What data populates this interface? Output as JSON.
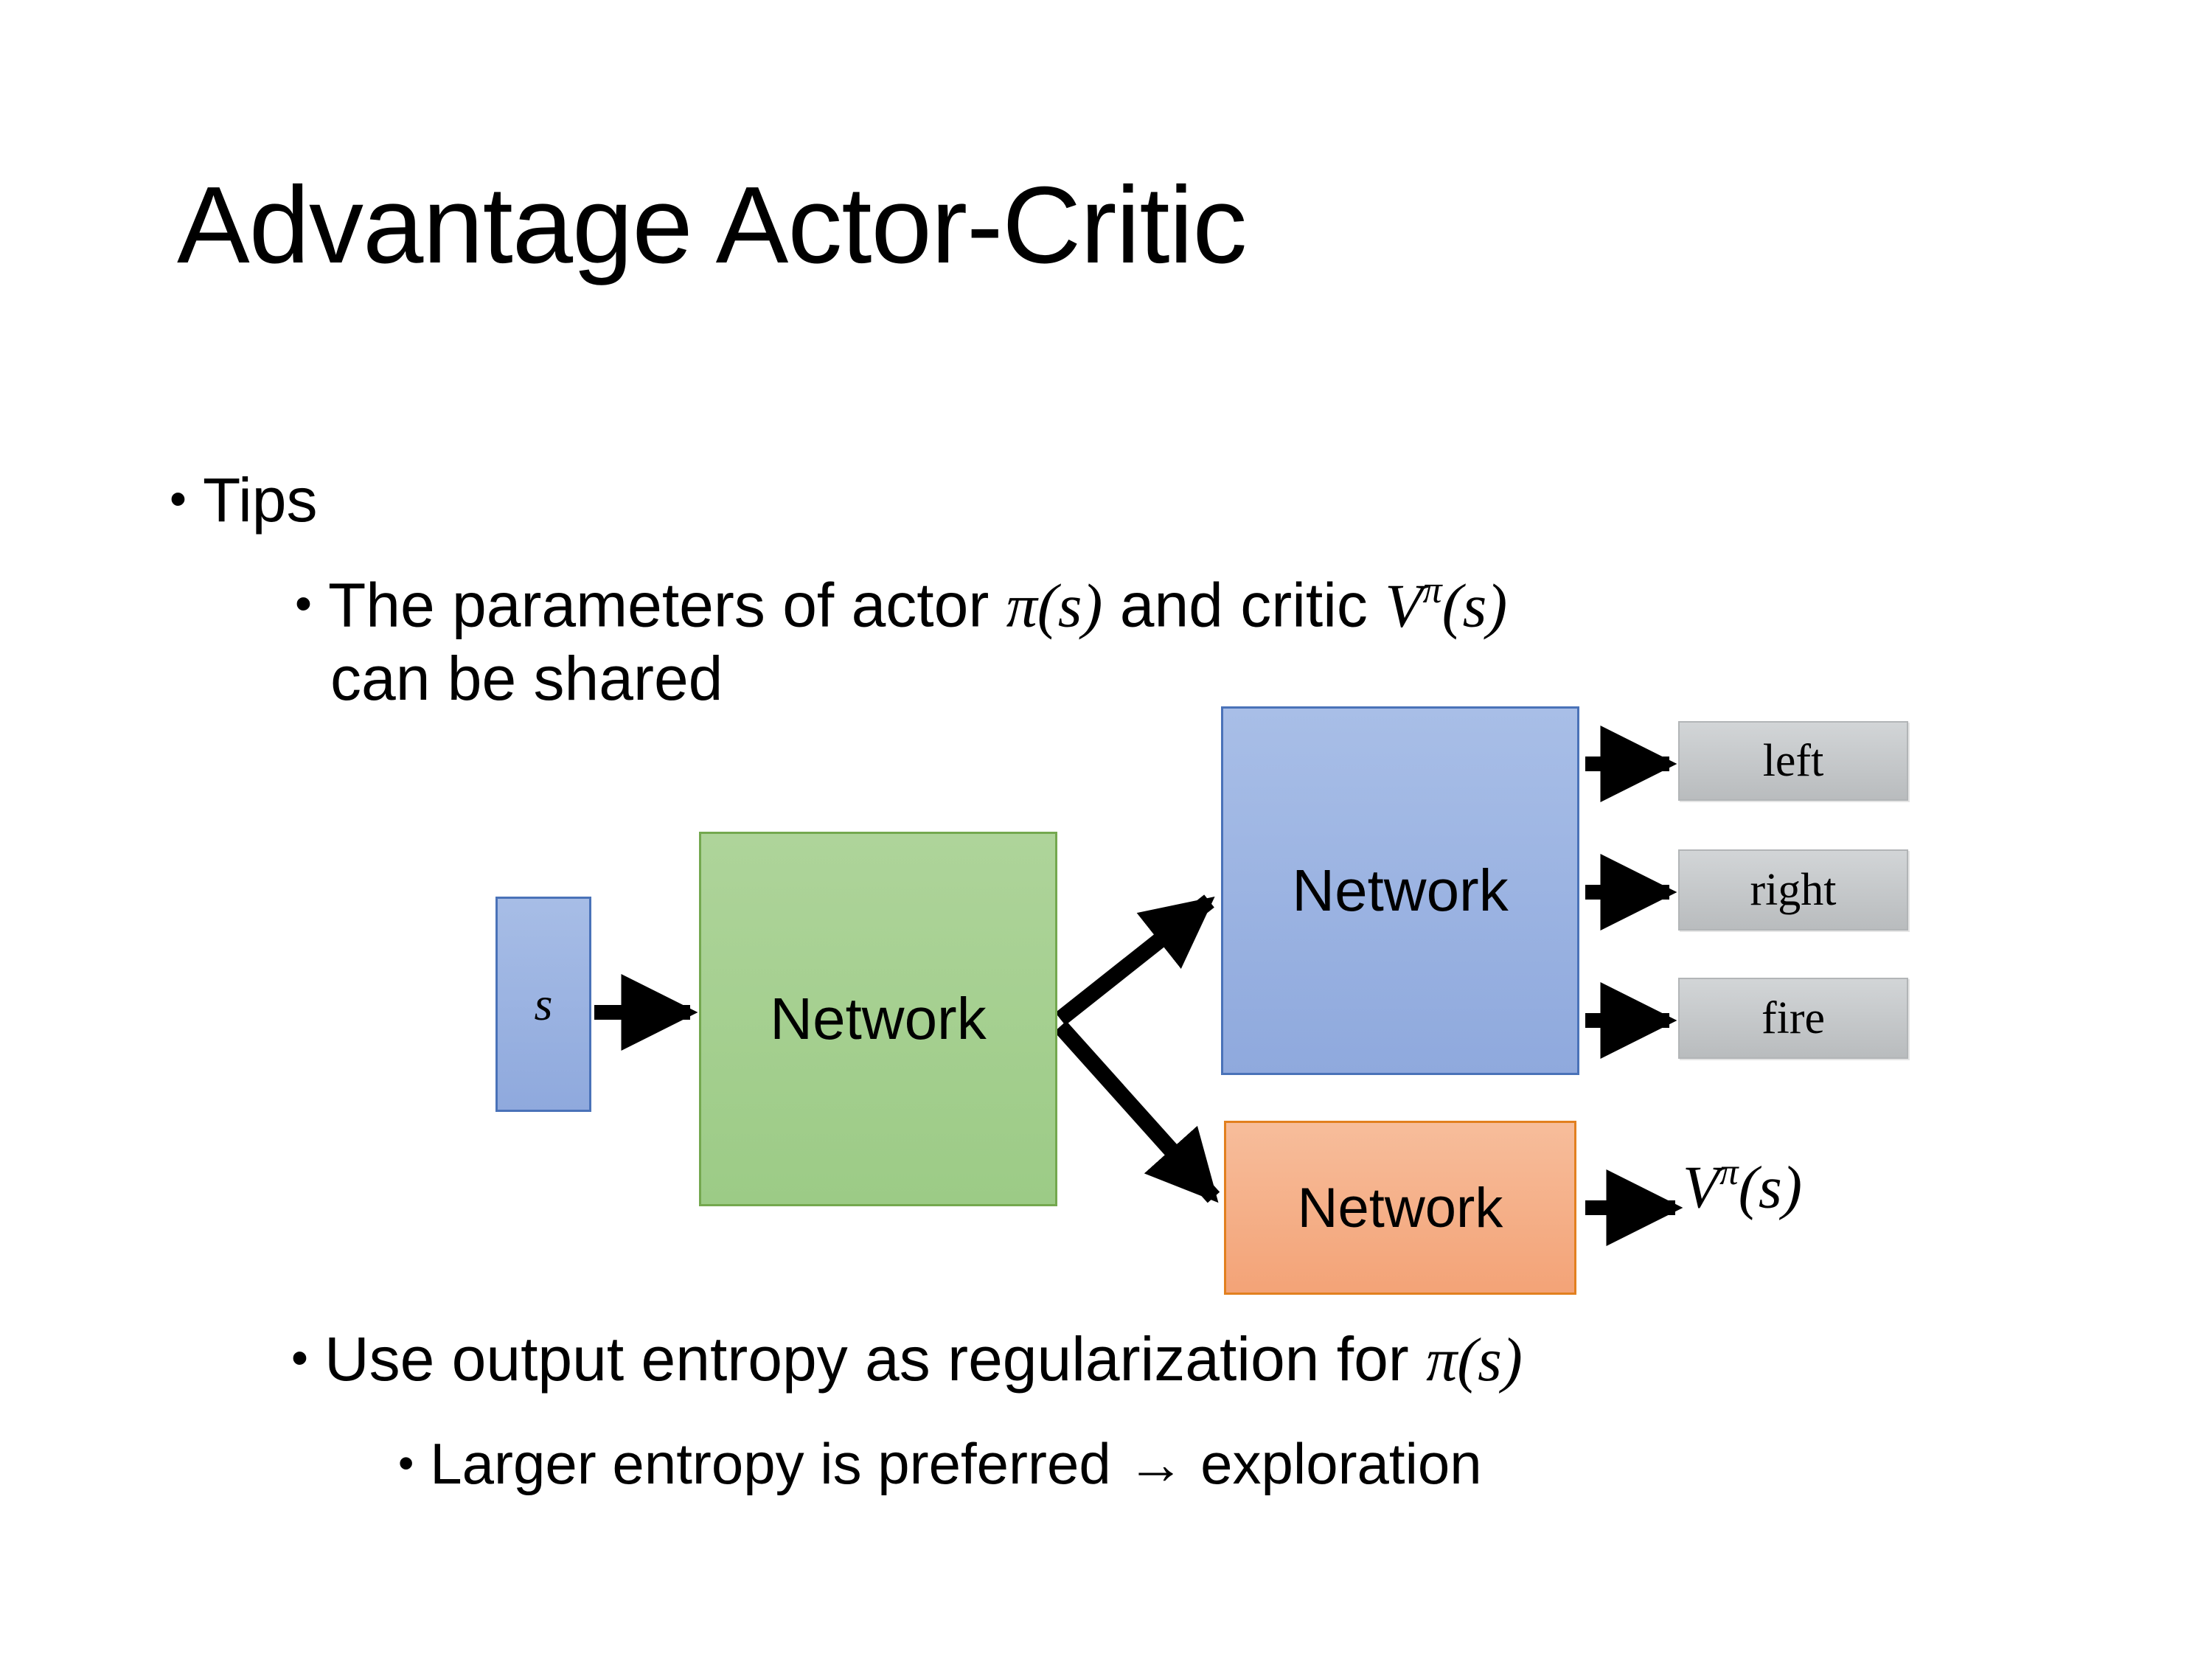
{
  "slide": {
    "title": "Advantage Actor-Critic",
    "background": "#ffffff"
  },
  "bullets": {
    "tips": {
      "marker": "•",
      "text": "Tips"
    },
    "shared_params": {
      "marker": "•",
      "text_part1": "The parameters of actor ",
      "math_actor": "π(s)",
      "text_part2": "  and critic ",
      "math_critic_base": "V",
      "math_critic_sup": "π",
      "math_critic_arg": "(s)",
      "text_line2": "can be shared"
    },
    "entropy": {
      "marker": "•",
      "text_part1": "Use output entropy as regularization for ",
      "math_actor": "π(s)"
    },
    "larger_entropy": {
      "marker": "•",
      "text": "Larger entropy is preferred → exploration"
    }
  },
  "diagram": {
    "input_state_label": "s",
    "shared_network_label": "Network",
    "actor_network_label": "Network",
    "critic_network_label": "Network",
    "actions": [
      {
        "label": "left"
      },
      {
        "label": "right"
      },
      {
        "label": "fire"
      }
    ],
    "critic_output": {
      "base": "V",
      "sup": "π",
      "arg": "(s)"
    },
    "colors": {
      "state_box_fill": "#95afe0",
      "state_box_border": "#4a72b8",
      "shared_box_fill": "#9ccb86",
      "shared_box_border": "#74a84f",
      "actor_box_fill": "#8fa9dd",
      "actor_box_border": "#4a72b8",
      "critic_box_fill": "#f3a377",
      "critic_box_border": "#e2801f",
      "action_box_fill": "#c3c6c8",
      "arrow_color": "#000000"
    }
  }
}
